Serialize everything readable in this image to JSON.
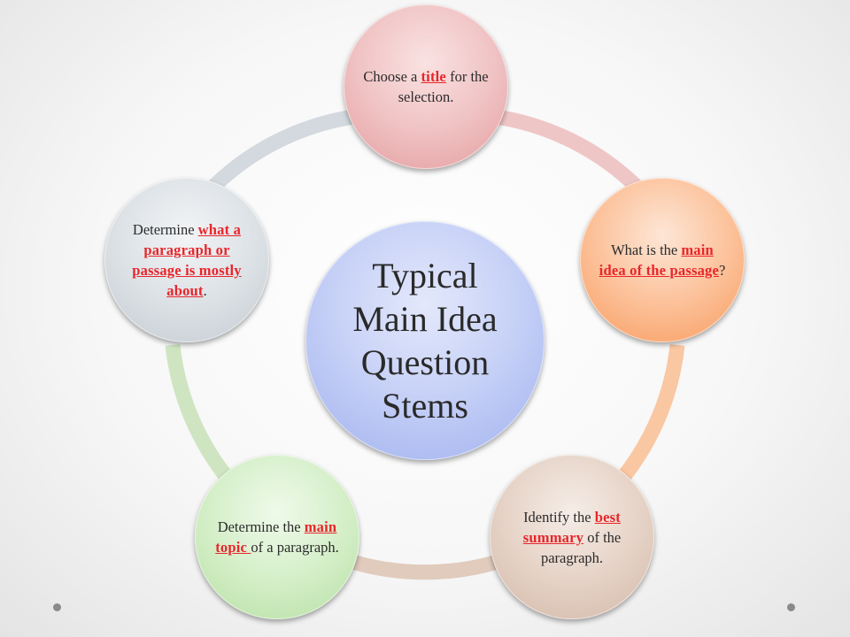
{
  "center": {
    "lines": [
      "Typical",
      "Main Idea",
      "Question",
      "Stems"
    ]
  },
  "nodes": {
    "title": {
      "pre": "Choose a ",
      "hl": "title",
      "post": " for the selection."
    },
    "main": {
      "pre": "What is the ",
      "hl": "main idea of the passage",
      "post": "?"
    },
    "summary": {
      "pre": "Identify the ",
      "hl": "best summary",
      "post": " of the paragraph."
    },
    "topic": {
      "pre": "Determine the ",
      "hl": "main topic ",
      "post": "of a paragraph."
    },
    "about": {
      "pre": "Determine ",
      "hl": "what a paragraph or passage is mostly about",
      "post": "."
    }
  },
  "colors": {
    "highlight": "#e8262b",
    "ring": [
      "#efc6c6",
      "#f9c7a2",
      "#e0cbbd",
      "#cfe5c2",
      "#d3d9de"
    ]
  }
}
